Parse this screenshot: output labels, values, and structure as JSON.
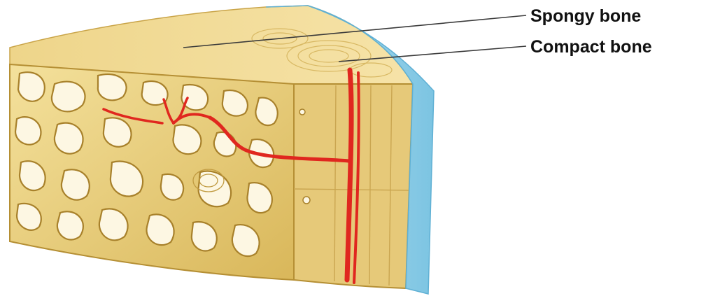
{
  "labels": {
    "spongy": "Spongy bone",
    "compact": "Compact bone"
  },
  "colors": {
    "background": "#ffffff",
    "bone_light": "#f2dc93",
    "bone_mid": "#e3c46a",
    "bone_dark": "#b58f34",
    "cavity": "#fdf7e3",
    "vessel": "#e0271f",
    "periosteum": "#8fd0ea",
    "label": "#111111"
  },
  "icons": {
    "spongy_structure": "trabecular-network-illustration",
    "compact_structure": "osteon-layers-illustration",
    "vessels": "blood-vessel-illustration",
    "outer_layer": "periosteum-illustration"
  }
}
